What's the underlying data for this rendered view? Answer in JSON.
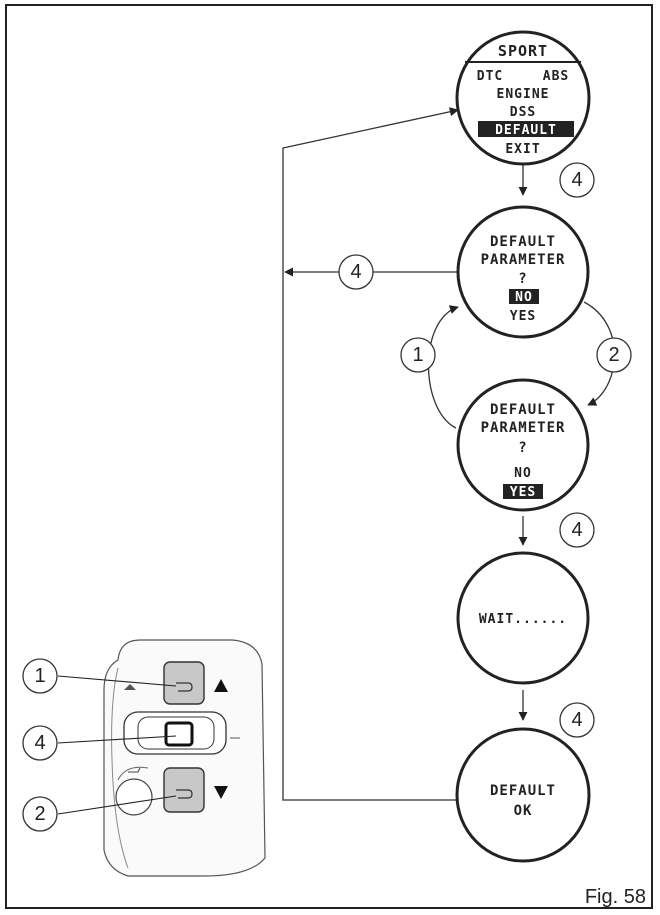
{
  "screens": {
    "menu": {
      "title": "SPORT",
      "dtc": "DTC",
      "abs": "ABS",
      "engine": "ENGINE",
      "dss": "DSS",
      "default": "DEFAULT",
      "exit": "EXIT"
    },
    "confirm_no": {
      "line1": "DEFAULT",
      "line2": "PARAMETER",
      "question": "?",
      "no": "NO",
      "yes": "YES"
    },
    "confirm_yes": {
      "line1": "DEFAULT",
      "line2": "PARAMETER",
      "question": "?",
      "no": "NO",
      "yes": "YES"
    },
    "wait": {
      "text": "WAIT......"
    },
    "ok": {
      "line1": "DEFAULT",
      "line2": "OK"
    }
  },
  "callouts": {
    "menu_to_confirm": "4",
    "confirm_back": "4",
    "up": "1",
    "down": "2",
    "yes_to_wait": "4",
    "wait_to_ok": "4"
  },
  "controls": {
    "up_callout": "1",
    "center_callout": "4",
    "down_callout": "2"
  },
  "figure_label": "Fig. 58"
}
